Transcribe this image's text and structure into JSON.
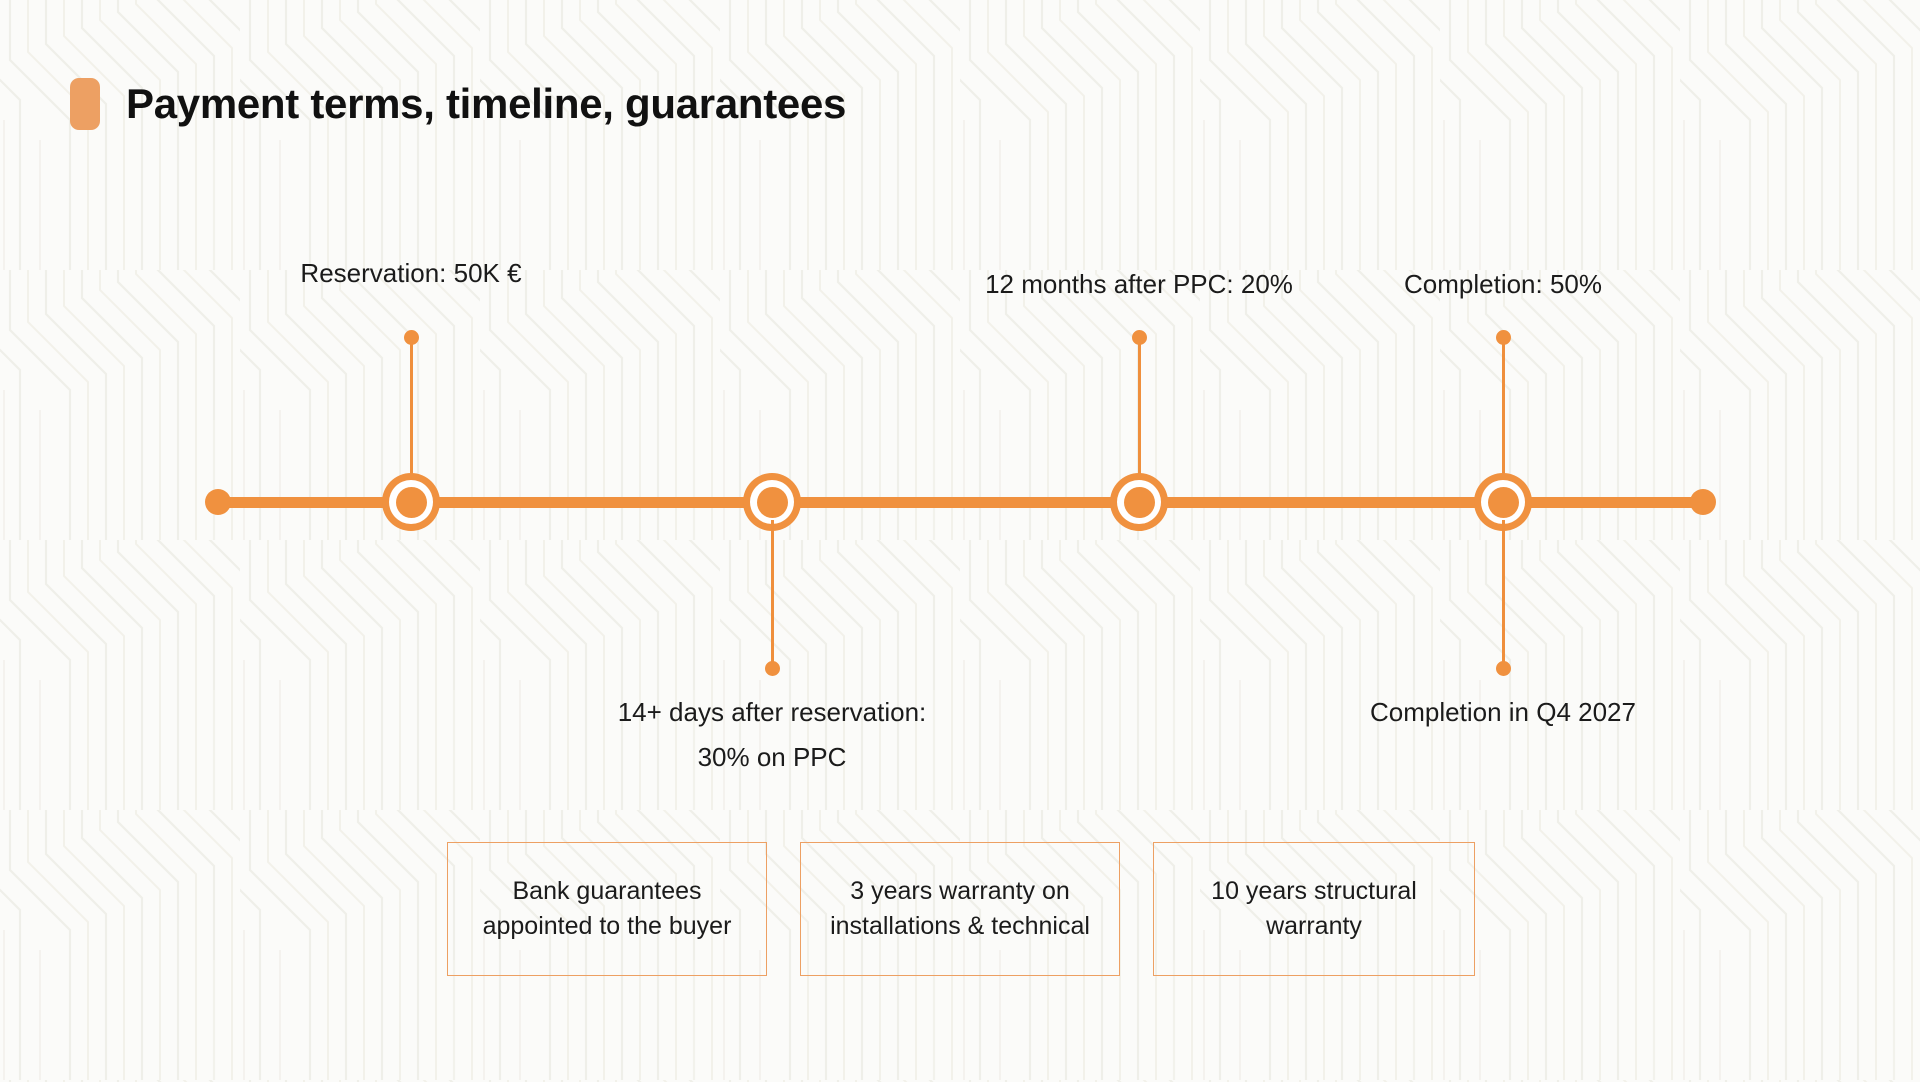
{
  "slide": {
    "title": "Payment terms, timeline, guarantees",
    "accent_color": "#f0913f",
    "accent_light": "#eda063",
    "text_color": "#1b1b1b",
    "background_color": "#fbfbf9"
  },
  "timeline": {
    "milestones": [
      {
        "id": "reservation",
        "label": "Reservation: 50K €",
        "position": "above"
      },
      {
        "id": "ppc-payment",
        "label": "14+ days after reservation:\n30% on PPC",
        "label_line_1": "14+ days after reservation:",
        "label_line_2": "30% on PPC",
        "position": "below"
      },
      {
        "id": "twelve-months-after-ppc",
        "label": "12 months after PPC: 20%",
        "position": "above"
      },
      {
        "id": "completion",
        "label": "Completion: 50%",
        "position": "above",
        "secondary_label": "Completion in Q4 2027",
        "secondary_position": "below"
      }
    ]
  },
  "guarantees": {
    "boxes": [
      {
        "id": "bank-guarantees",
        "text": "Bank guarantees appointed to the buyer"
      },
      {
        "id": "installations-warranty",
        "text": "3 years warranty on installations & technical"
      },
      {
        "id": "structural-warranty",
        "text": "10 years structural warranty"
      }
    ]
  }
}
